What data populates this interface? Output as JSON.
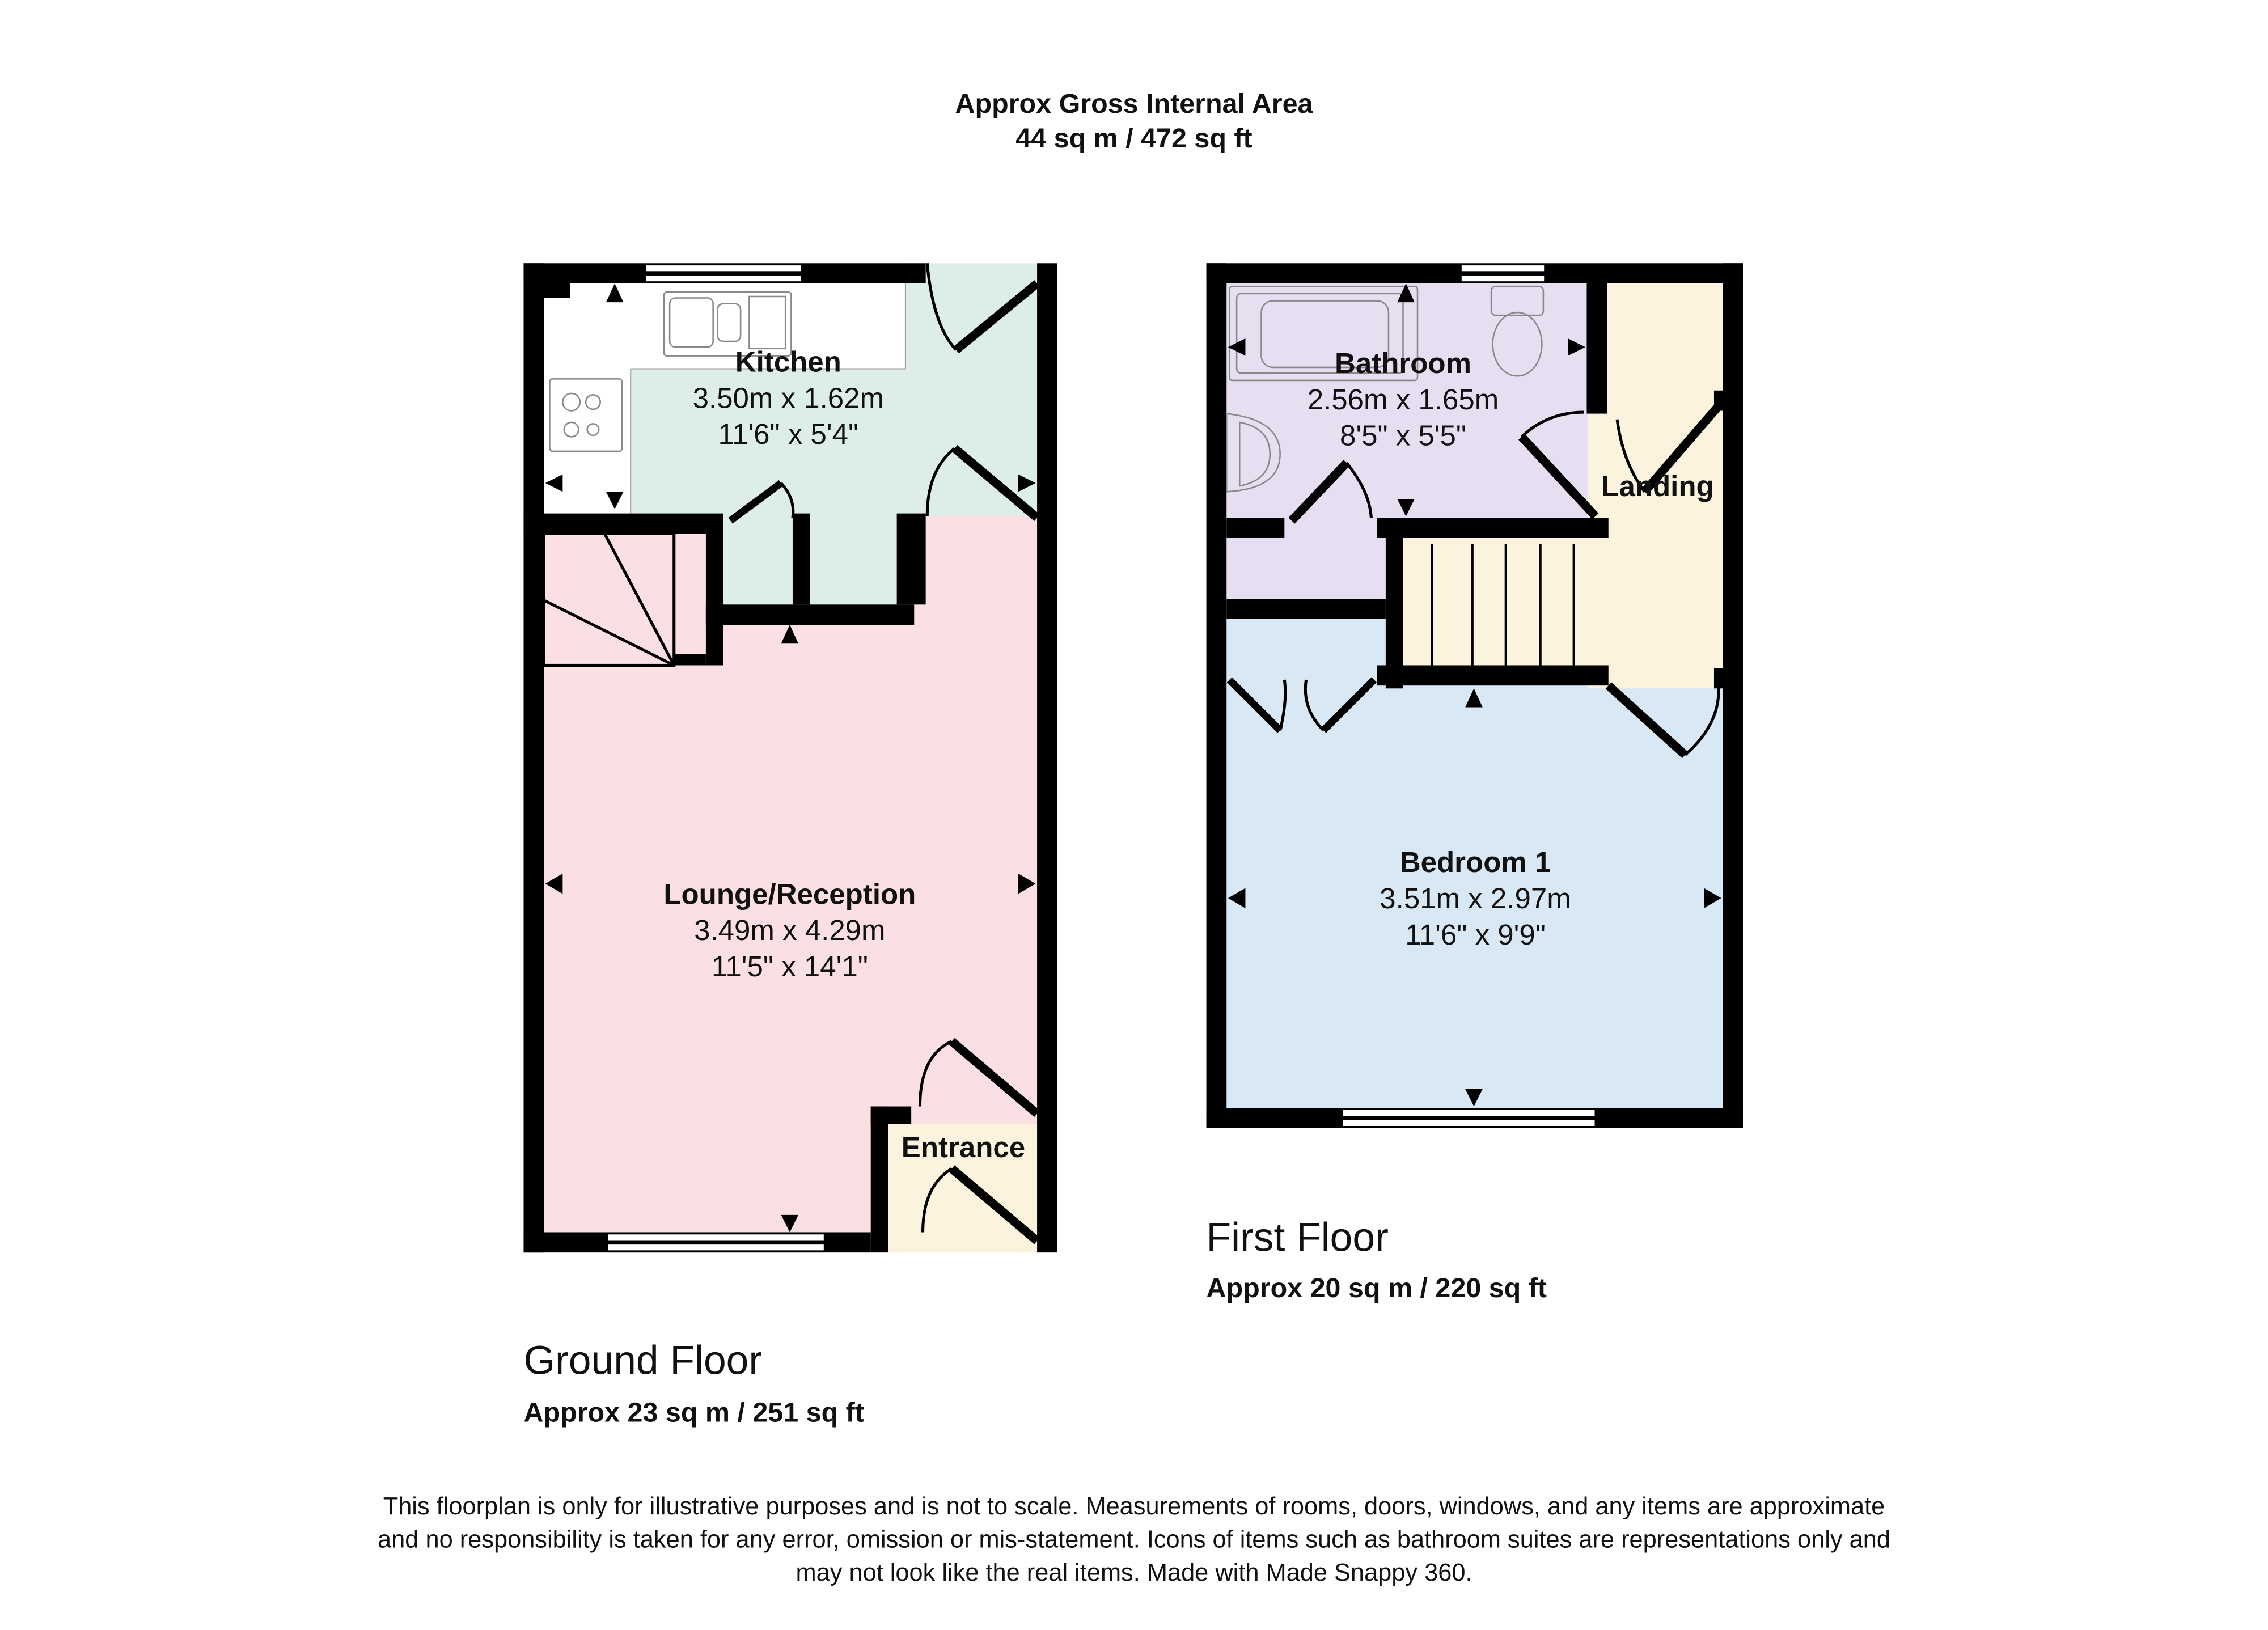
{
  "header": {
    "title": "Approx Gross Internal Area",
    "area": "44 sq m / 472 sq ft"
  },
  "ground_floor": {
    "label": "Ground Floor",
    "area": "Approx 23 sq m / 251 sq ft",
    "rooms": {
      "kitchen": {
        "name": "Kitchen",
        "metric": "3.50m x 1.62m",
        "imperial": "11'6\" x 5'4\""
      },
      "lounge": {
        "name": "Lounge/Reception",
        "metric": "3.49m x 4.29m",
        "imperial": "11'5\" x 14'1\""
      },
      "entrance": {
        "name": "Entrance"
      }
    }
  },
  "first_floor": {
    "label": "First Floor",
    "area": "Approx 20 sq m / 220 sq ft",
    "rooms": {
      "bathroom": {
        "name": "Bathroom",
        "metric": "2.56m x 1.65m",
        "imperial": "8'5\" x 5'5\""
      },
      "landing": {
        "name": "Landing"
      },
      "bedroom": {
        "name": "Bedroom 1",
        "metric": "3.51m x 2.97m",
        "imperial": "11'6\" x 9'9\""
      }
    }
  },
  "disclaimer": [
    "This floorplan is only for illustrative purposes and is not to scale. Measurements of rooms, doors, windows, and any items are approximate",
    "and no responsibility is taken for any error, omission or mis-statement. Icons of items such as bathroom suites are representations only and",
    "may not look like the real items. Made with Made Snappy 360."
  ],
  "colors": {
    "kitchen": "#ddeee9",
    "lounge": "#fbe0e3",
    "entrance": "#fbf3dd",
    "bathroom": "#e7def2",
    "landing": "#fbf3dd",
    "bedroom": "#d9e8f5",
    "wall": "#000000"
  }
}
